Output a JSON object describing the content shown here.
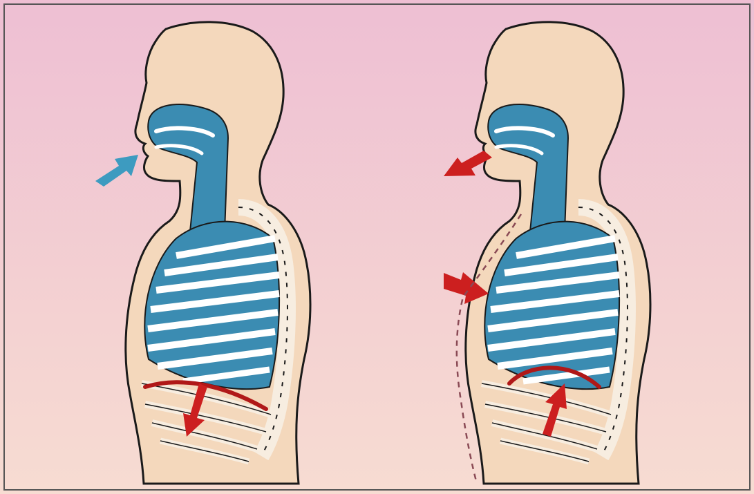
{
  "diagram": {
    "panels": [
      {
        "id": "inhale",
        "arrow_color": "#3d9bc0",
        "diaphragm_motion": "down"
      },
      {
        "id": "exhale",
        "arrow_color": "#cc1f1f",
        "diaphragm_motion": "up"
      }
    ]
  },
  "colors": {
    "background_top": "#eebfd3",
    "background_bottom": "#f7dcd2",
    "skin": "#f4d8bc",
    "outline": "#1a1a1a",
    "airway": "#3b8cb2",
    "lung_stripe": "#ffffff",
    "rib": "#f7ede0",
    "arrow_blue": "#3d9bc0",
    "arrow_red": "#cc1f1f",
    "frame": "#555555"
  }
}
